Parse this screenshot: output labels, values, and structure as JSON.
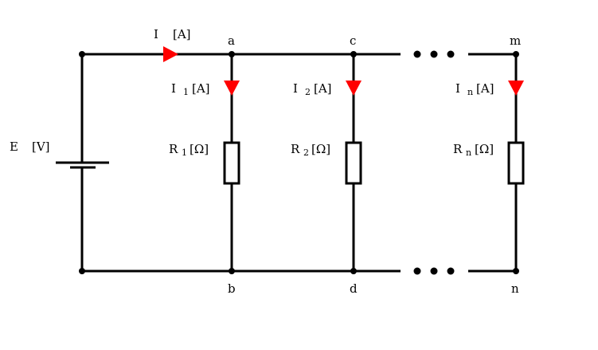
{
  "source": {
    "label": "E",
    "unit": "[V]"
  },
  "main_current": {
    "label": "I",
    "unit": "[A]"
  },
  "nodes": {
    "a": "a",
    "b": "b",
    "c": "c",
    "d": "d",
    "m": "m",
    "n": "n"
  },
  "branches": [
    {
      "current": "I",
      "current_sub": "1",
      "current_unit": "[A]",
      "resistor": "R",
      "resistor_sub": "1",
      "resistor_unit": "[Ω]"
    },
    {
      "current": "I",
      "current_sub": "2",
      "current_unit": "[A]",
      "resistor": "R",
      "resistor_sub": "2",
      "resistor_unit": "[Ω]"
    },
    {
      "current": "I",
      "current_sub": "n",
      "current_unit": "[A]",
      "resistor": "R",
      "resistor_sub": "n",
      "resistor_unit": "[Ω]"
    }
  ],
  "colors": {
    "wire": "#000000",
    "current_arrow": "#ff0000"
  }
}
